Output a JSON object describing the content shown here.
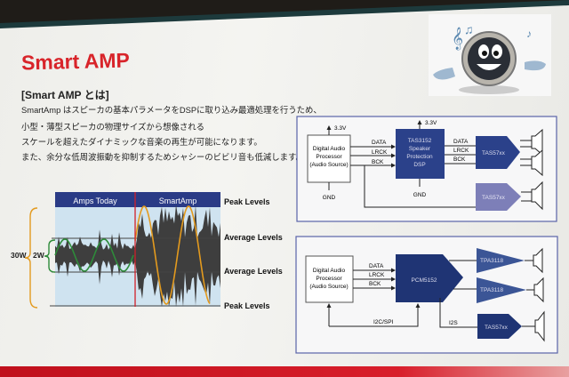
{
  "slide": {
    "title": "Smart AMP",
    "subtitle": "[Smart AMP とは]",
    "body_lines": [
      "SmartAmp はスピーカの基本パラメータをDSPに取り込み最適処理を行うため、",
      "小型・薄型スピーカの物理サイズから想像される",
      "スケールを超えたダイナミックな音楽の再生が可能になります。",
      "また、余分な低周波振動を抑制するためシャシーのビビリ音も低減します。"
    ]
  },
  "waveform": {
    "header_left": "Amps Today",
    "header_right": "SmartAmp",
    "levels": [
      "Peak Levels",
      "Average Levels",
      "Average Levels",
      "Peak Levels"
    ],
    "bracket_outer": "30W",
    "bracket_inner": "2W",
    "colors": {
      "header": "#2a3b86",
      "area": "#cfe3f0",
      "divider": "#d0202a",
      "sine_small": "#2e8b3a",
      "sine_large": "#e39a1e"
    }
  },
  "diagram1": {
    "source": [
      "Digital Audio",
      "Processor",
      "(Audio Source)"
    ],
    "dsp": [
      "TAS3152",
      "Speaker",
      "Protection",
      "DSP"
    ],
    "supply": "3.3V",
    "gnd": "GND",
    "signals": [
      "DATA",
      "LRCK",
      "BCK"
    ],
    "amp1": "TAS57xx",
    "amp2": "TAS57xx"
  },
  "diagram2": {
    "source": [
      "Digital Audio",
      "Processor",
      "(Audio Source)"
    ],
    "dac": "PCM5152",
    "signals": [
      "DATA",
      "LRCK",
      "BCK"
    ],
    "amp1": "TPA3118",
    "amp2": "TPA3118",
    "amp3": "TAS57xx",
    "control": "I2C/SPI",
    "i2s": "I2S"
  },
  "colors": {
    "navy": "#1f3474",
    "lavender": "#7d7fb8",
    "title_red": "#d8242a",
    "box_border": "#5a63a8"
  }
}
